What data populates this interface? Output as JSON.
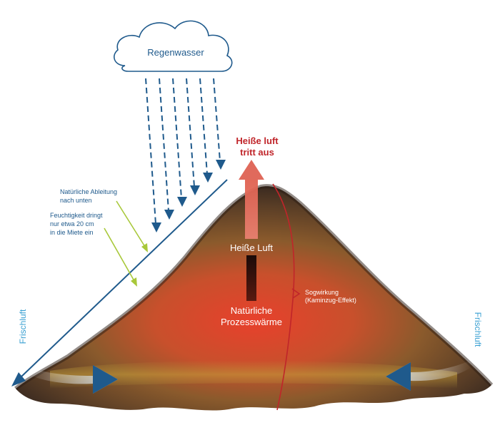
{
  "labels": {
    "cloud": "Regenwasser",
    "hot_air_out_line1": "Heiße luft",
    "hot_air_out_line2": "tritt aus",
    "drainage_line1": "Natürliche Ableitung",
    "drainage_line2": "nach unten",
    "moisture_line1": "Feuchtigkeit dringt",
    "moisture_line2": "nur etwa 20 cm",
    "moisture_line3": "in die Miete ein",
    "hot_air": "Heiße Luft",
    "process_heat_line1": "Natürliche",
    "process_heat_line2": "Prozesswärme",
    "suction_line1": "Sogwirkung",
    "suction_line2": "(Kaminzug-Effekt)",
    "fresh_air_left": "Frischluft",
    "fresh_air_right": "Frischluft"
  },
  "colors": {
    "blue": "#1f5a8c",
    "light_blue": "#3aa0d2",
    "green": "#a8c83a",
    "red": "#c0252a",
    "pile_dark": "#3a2a20",
    "pile_mid": "#6b4a2c",
    "heat_core": "#e0382a",
    "heat_orange": "#e07b2a",
    "text_white": "#ffffff"
  }
}
